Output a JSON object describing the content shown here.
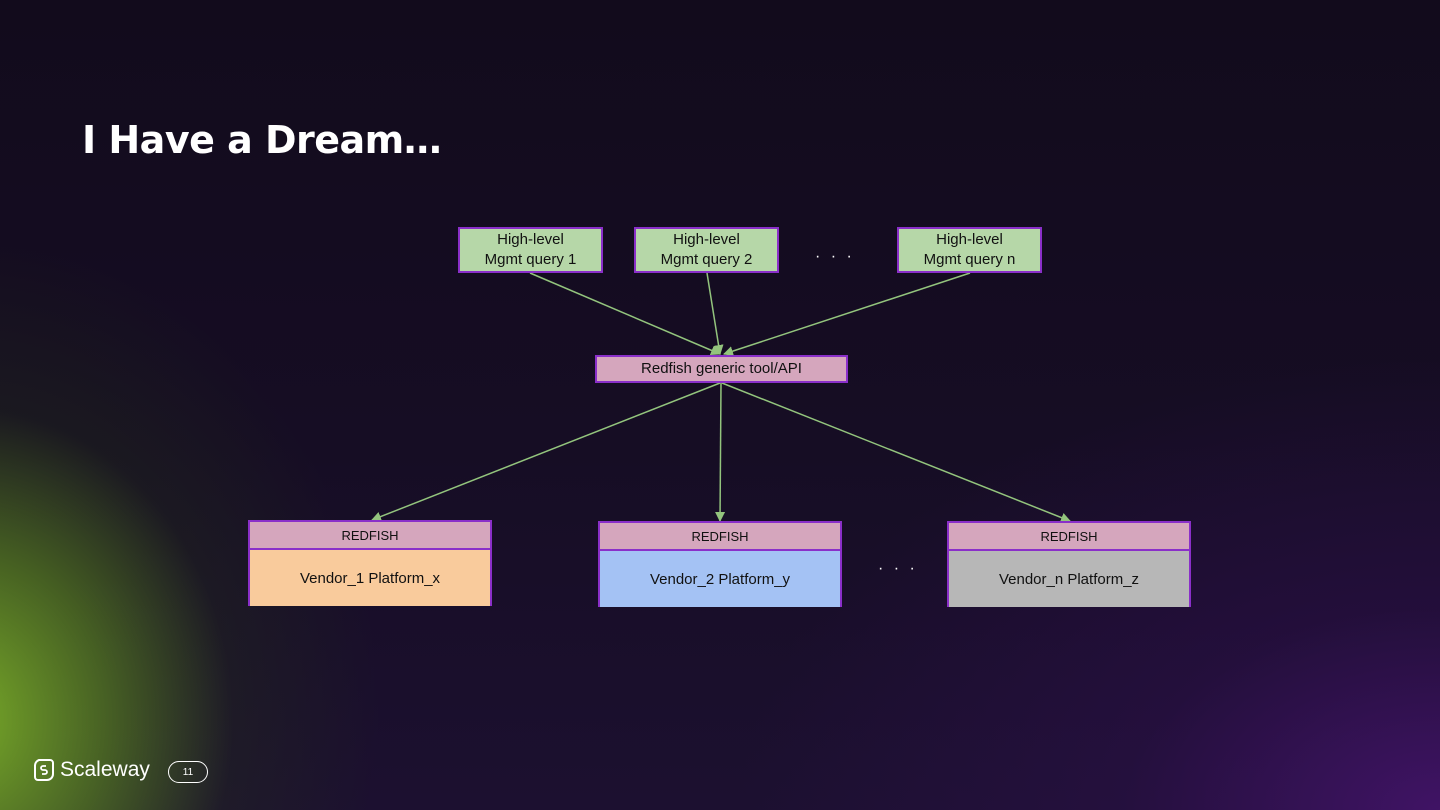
{
  "slide": {
    "title": "I Have a Dream…",
    "page_number": "11",
    "brand": "Scaleway"
  },
  "queries": [
    {
      "line1": "High-level",
      "line2": "Mgmt query 1"
    },
    {
      "line1": "High-level",
      "line2": "Mgmt query 2"
    },
    {
      "line1": "High-level",
      "line2": "Mgmt query n"
    }
  ],
  "ellipsis": "· · ·",
  "api": {
    "label": "Redfish generic tool/API"
  },
  "vendors": [
    {
      "header": "REDFISH",
      "label": "Vendor_1 Platform_x",
      "color": "#f9cb9c"
    },
    {
      "header": "REDFISH",
      "label": "Vendor_2  Platform_y",
      "color": "#a4c2f4"
    },
    {
      "header": "REDFISH",
      "label": "Vendor_n Platform_z",
      "color": "#b7b7b7"
    }
  ],
  "colors": {
    "box_border": "#8a2fc9",
    "arrow": "#93c47d",
    "query_fill": "#b6d7a8",
    "api_fill": "#d5a6bd"
  }
}
